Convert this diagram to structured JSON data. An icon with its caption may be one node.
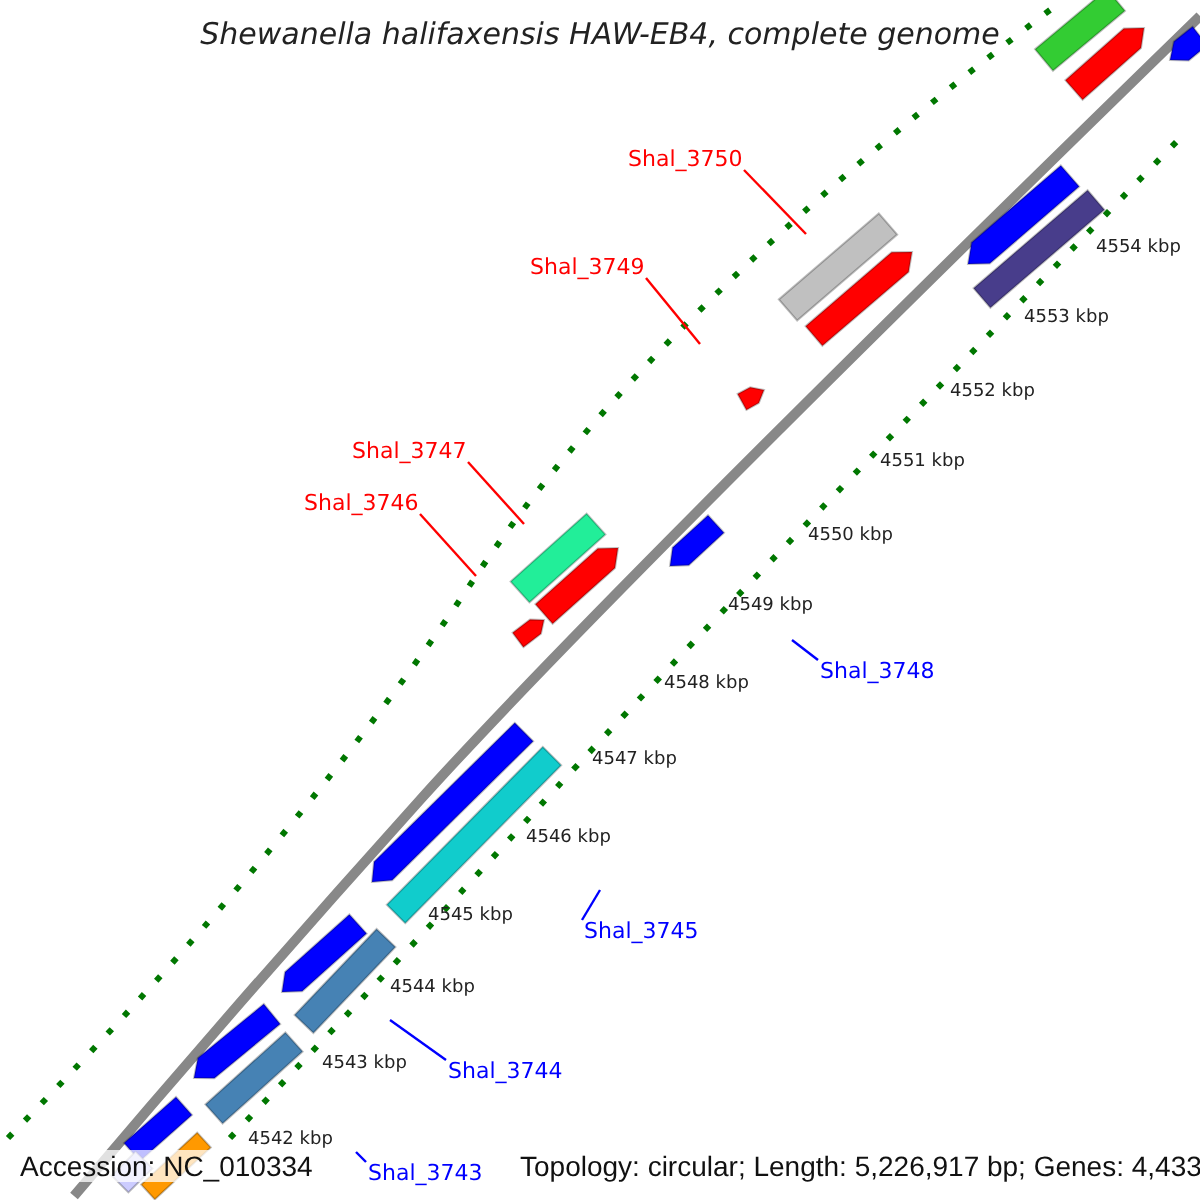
{
  "diagram": {
    "title": "Shewanella halifaxensis HAW-EB4, complete genome",
    "nodes": [
      {
        "text": [
          "Shal_3750"
        ]
      },
      {
        "text": [
          "Shal_3749"
        ]
      },
      {
        "text": [
          "Shal_3747"
        ]
      },
      {
        "text": [
          "Shal_3746"
        ]
      },
      {
        "text": [
          "Shal_3748"
        ]
      },
      {
        "text": [
          "Shal_3745"
        ]
      },
      {
        "text": [
          "Shal_3744"
        ]
      },
      {
        "text": [
          "Shal_3743"
        ]
      }
    ],
    "edges": [
      {
        "from": 0,
        "to": null,
        "arrow": "none",
        "color": "#ff0000"
      },
      {
        "from": 1,
        "to": null,
        "arrow": "none",
        "color": "#ff0000"
      },
      {
        "from": 2,
        "to": null,
        "arrow": "none",
        "color": "#ff0000"
      },
      {
        "from": 3,
        "to": null,
        "arrow": "none",
        "color": "#ff0000"
      },
      {
        "from": 4,
        "to": null,
        "arrow": "none",
        "color": "#0000ff"
      },
      {
        "from": 5,
        "to": null,
        "arrow": "none",
        "color": "#0000ff"
      },
      {
        "from": 6,
        "to": null,
        "arrow": "none",
        "color": "#0000ff"
      },
      {
        "from": 7,
        "to": null,
        "arrow": "none",
        "color": "#0000ff"
      }
    ],
    "labels": [
      "4554 kbp",
      "4553 kbp",
      "4552 kbp",
      "4551 kbp",
      "4550 kbp",
      "4549 kbp",
      "4548 kbp",
      "4547 kbp",
      "4546 kbp",
      "4545 kbp",
      "4544 kbp",
      "4543 kbp",
      "4542 kbp",
      "Accession: NC_010334",
      "Topology: circular; Length: 5,226,917 bp; Genes: 4,433"
    ]
  }
}
